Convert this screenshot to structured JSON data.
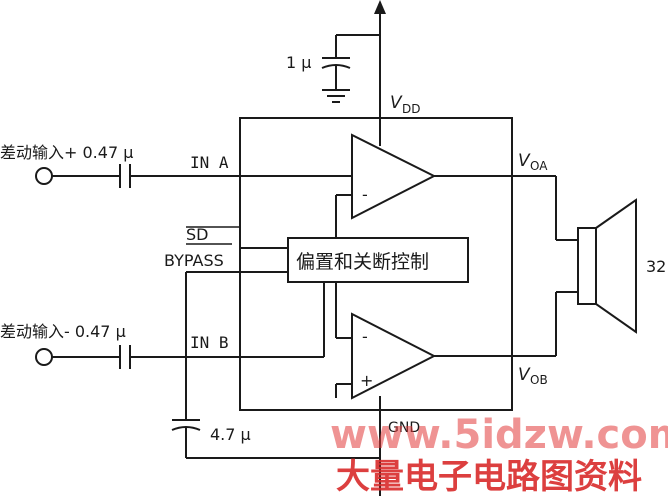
{
  "labels": {
    "cap_vdd": "1 μ",
    "vdd": "V",
    "vdd_sub": "DD",
    "in_plus": "差动输入+ 0.47 μ",
    "in_a": "IN A",
    "in_minus": "差动输入- 0.47 μ",
    "in_b": "IN B",
    "sd": "SD",
    "bypass": "BYPASS",
    "bias_block": "偏置和关断控制",
    "voa": "V",
    "voa_sub": "OA",
    "vob": "V",
    "vob_sub": "OB",
    "speaker_ohm": "32",
    "minus_top": "-",
    "plus_bottom": "+",
    "minus_bottom": "-",
    "cap_bypass": "4.7 μ",
    "gnd": "GND"
  },
  "watermark": {
    "url": "www.5idzw.com",
    "cn": "大量电子电路图资料"
  },
  "colors": {
    "ink": "#1a1a1a",
    "watermark": "#e23b3b"
  }
}
